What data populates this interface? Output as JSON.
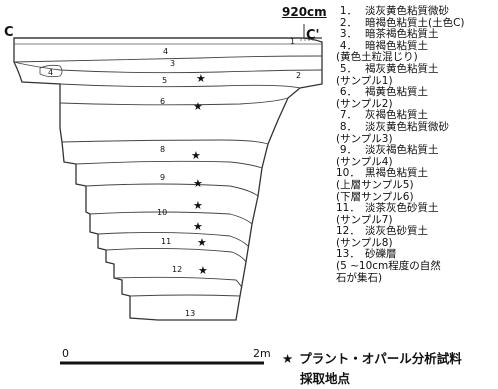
{
  "figure": {
    "section_left": "C",
    "section_right": "C'",
    "elevation": "920cm",
    "marker_star": "★"
  },
  "layer_labels": [
    {
      "id": "1",
      "label": "1"
    },
    {
      "id": "2",
      "label": "2"
    },
    {
      "id": "3",
      "label": "3"
    },
    {
      "id": "4",
      "label": "4"
    },
    {
      "id": "5",
      "label": "5"
    },
    {
      "id": "6",
      "label": "6"
    },
    {
      "id": "8",
      "label": "8"
    },
    {
      "id": "9",
      "label": "9"
    },
    {
      "id": "10",
      "label": "10"
    },
    {
      "id": "11",
      "label": "11"
    },
    {
      "id": "12",
      "label": "12"
    },
    {
      "id": "13",
      "label": "13"
    }
  ],
  "legend": [
    {
      "num": "1．",
      "lines": [
        "淡灰黄色粘質微砂"
      ]
    },
    {
      "num": "2．",
      "lines": [
        "暗褐色粘質土(土色C)"
      ]
    },
    {
      "num": "3．",
      "lines": [
        "暗茶褐色粘質土"
      ]
    },
    {
      "num": "4．",
      "lines": [
        "暗褐色粘質土",
        "(黄色土粒混じり)"
      ]
    },
    {
      "num": "5．",
      "lines": [
        "褐灰黄色粘質土",
        "(サンプル1)"
      ]
    },
    {
      "num": "6．",
      "lines": [
        "褐黄色粘質土",
        "(サンプル2)"
      ]
    },
    {
      "num": "7．",
      "lines": [
        "灰褐色粘質土"
      ]
    },
    {
      "num": "8．",
      "lines": [
        "淡灰黄色粘質微砂",
        "(サンプル3)"
      ]
    },
    {
      "num": "9．",
      "lines": [
        "淡灰褐色粘質土",
        "(サンプル4)"
      ]
    },
    {
      "num": "10．",
      "lines": [
        "黒褐色粘質土",
        "(上層サンプル5)",
        "(下層サンプル6)"
      ]
    },
    {
      "num": "11．",
      "lines": [
        "淡茶灰色砂質土",
        "(サンプル7)"
      ]
    },
    {
      "num": "12．",
      "lines": [
        "淡灰色砂質土",
        "(サンプル8)"
      ]
    },
    {
      "num": "13．",
      "lines": [
        "砂礫層",
        "(5 ~10cm程度の自然",
        "石が集石)"
      ]
    }
  ],
  "scale": {
    "start": "0",
    "end": "2m"
  },
  "note": {
    "star": "★",
    "line1": "プラント・オパール分析試料",
    "line2": "採取地点"
  }
}
